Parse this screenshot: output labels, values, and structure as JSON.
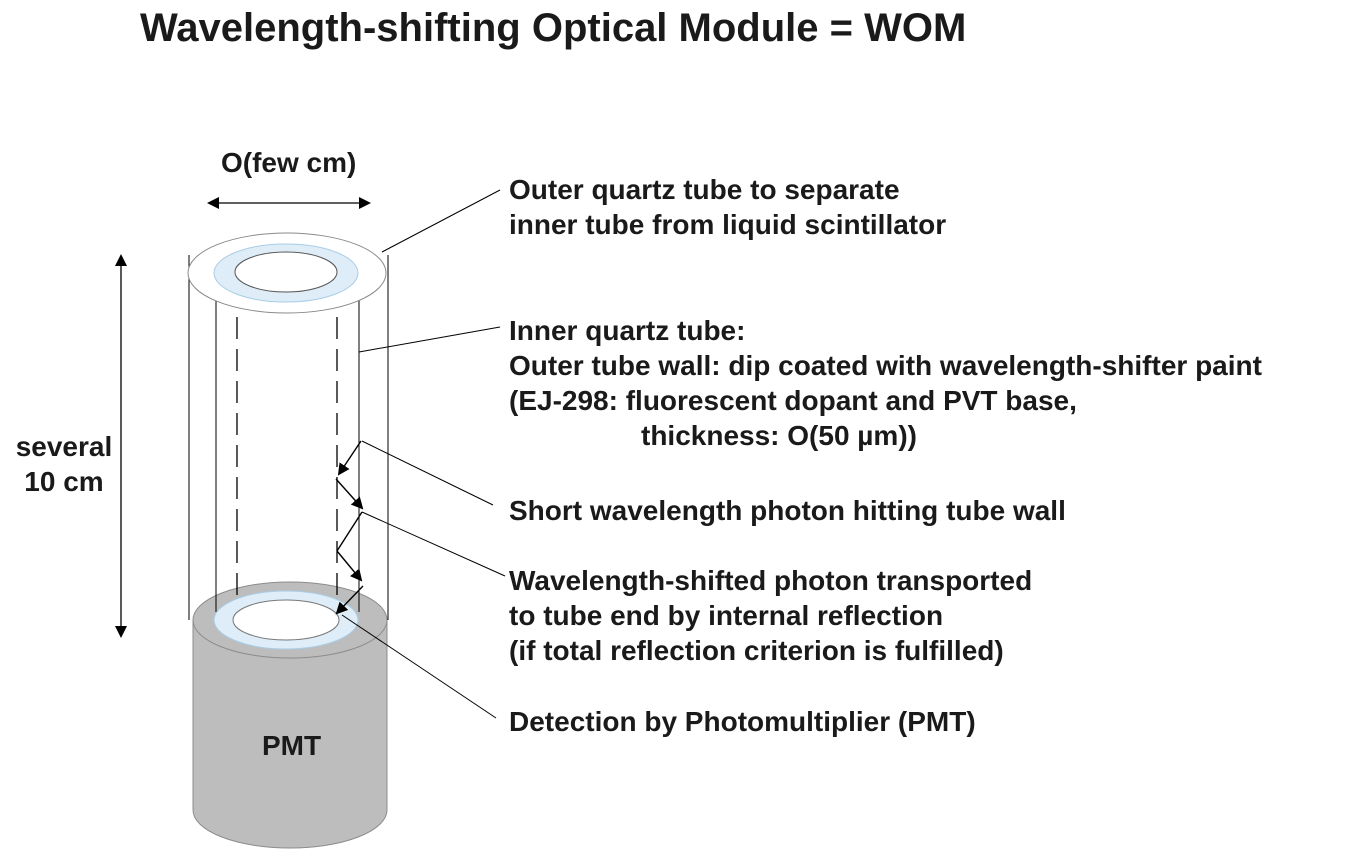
{
  "title": "Wavelength-shifting Optical Module = WOM",
  "dimensions": {
    "diameter": "O(few cm)",
    "length_line1": "several",
    "length_line2": "10 cm"
  },
  "pmt_label": "PMT",
  "annotations": {
    "outer_tube": [
      "Outer quartz tube to separate",
      "inner tube from liquid scintillator"
    ],
    "inner_tube": [
      "Inner quartz tube:",
      "Outer tube wall: dip coated with wavelength-shifter paint",
      "(EJ-298: fluorescent dopant and PVT base,",
      "thickness: O(50 µm))"
    ],
    "short_photon": [
      "Short wavelength photon hitting tube wall"
    ],
    "shifted_photon": [
      "Wavelength-shifted photon transported",
      "to tube end by internal reflection",
      "(if total reflection criterion is fulfilled)"
    ],
    "detection": [
      "Detection by Photomultiplier (PMT)"
    ]
  },
  "colors": {
    "wls_ring": "#deedf7",
    "wls_ring_stroke": "#a9cde6",
    "pmt_fill": "#bdbdbd",
    "pmt_stroke": "#888888",
    "line": "#000000"
  }
}
